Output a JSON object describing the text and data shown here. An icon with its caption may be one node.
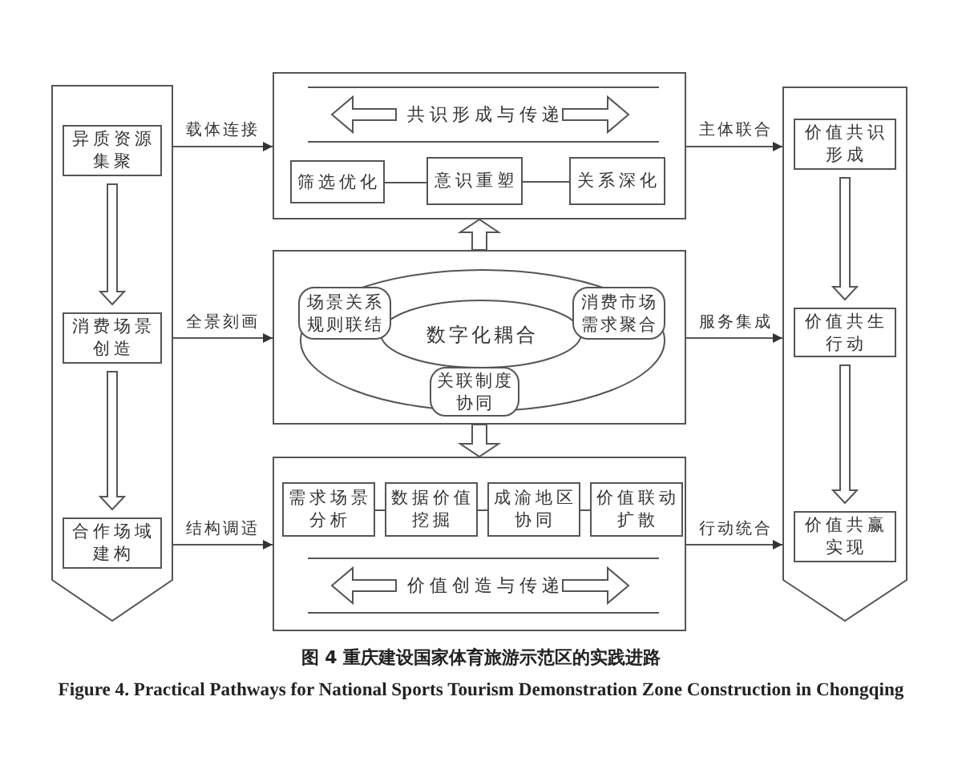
{
  "diagram": {
    "caption": "图 4 重庆建设国家体育旅游示范区的实践进路",
    "nodes": [
      {
        "text": [],
        "shape": "pentagon"
      },
      {
        "text": [
          "异质资源集聚"
        ],
        "in": 0
      },
      {
        "text": [
          "消费场景创造"
        ],
        "in": 0
      },
      {
        "text": [
          "合作场域建构"
        ],
        "in": 0
      },
      {
        "text": [],
        "shape": "box"
      },
      {
        "text": [
          "共识形成与传递"
        ],
        "in": 4
      },
      {
        "text": [
          "筛选优化"
        ],
        "in": 4
      },
      {
        "text": [
          "意识重塑"
        ],
        "in": 4
      },
      {
        "text": [
          "关系深化"
        ],
        "in": 4
      },
      {
        "text": [],
        "shape": "box"
      },
      {
        "text": [
          "场景关系规则联结"
        ],
        "in": 9
      },
      {
        "text": [
          "数字化耦合"
        ],
        "in": 9
      },
      {
        "text": [
          "消费市场需求聚合"
        ],
        "in": 9
      },
      {
        "text": [
          "关联制度协同"
        ],
        "in": 9
      },
      {
        "text": [],
        "shape": "box"
      },
      {
        "text": [
          "需求场景分析"
        ],
        "in": 14
      },
      {
        "text": [
          "数据价值挖掘"
        ],
        "in": 14
      },
      {
        "text": [
          "成渝地区协同"
        ],
        "in": 14
      },
      {
        "text": [
          "价值联动扩散"
        ],
        "in": 14
      },
      {
        "text": [
          "价值创造与传递"
        ],
        "in": 14
      },
      {
        "text": [],
        "shape": "pentagon"
      },
      {
        "text": [
          "价值共识形成"
        ],
        "in": 20
      },
      {
        "text": [
          "价值共生行动"
        ],
        "in": 20
      },
      {
        "text": [
          "价值共赢实现"
        ],
        "in": 20
      }
    ],
    "edges": [
      {
        "from": 1,
        "to": 2,
        "arrow": "to",
        "style": "thick"
      },
      {
        "from": 2,
        "to": 3,
        "arrow": "to",
        "style": "thick"
      },
      {
        "from": 6,
        "to": 7,
        "arrow": "none"
      },
      {
        "from": 7,
        "to": 8,
        "arrow": "none"
      },
      {
        "from": 9,
        "to": 4,
        "arrow": "to",
        "style": "thick"
      },
      {
        "from": 9,
        "to": 14,
        "arrow": "to",
        "style": "thick"
      },
      {
        "from": 15,
        "to": 16,
        "arrow": "none"
      },
      {
        "from": 16,
        "to": 17,
        "arrow": "none"
      },
      {
        "from": 17,
        "to": 18,
        "arrow": "none"
      },
      {
        "from": 21,
        "to": 22,
        "arrow": "to",
        "style": "thick"
      },
      {
        "from": 22,
        "to": 23,
        "arrow": "to",
        "style": "thick"
      },
      {
        "from": 0,
        "to": 4,
        "arrow": "to",
        "label": "载体连接"
      },
      {
        "from": 0,
        "to": 9,
        "arrow": "to",
        "label": "全景刻画"
      },
      {
        "from": 0,
        "to": 14,
        "arrow": "to",
        "label": "结构调适"
      },
      {
        "from": 4,
        "to": 20,
        "arrow": "to",
        "label": "主体联合"
      },
      {
        "from": 9,
        "to": 20,
        "arrow": "to",
        "label": "服务集成"
      },
      {
        "from": 14,
        "to": 20,
        "arrow": "to",
        "label": "行动统合"
      }
    ],
    "labels": [
      "Figure 4. Practical Pathways for National Sports Tourism Demonstration Zone Construction in Chongqing"
    ]
  }
}
